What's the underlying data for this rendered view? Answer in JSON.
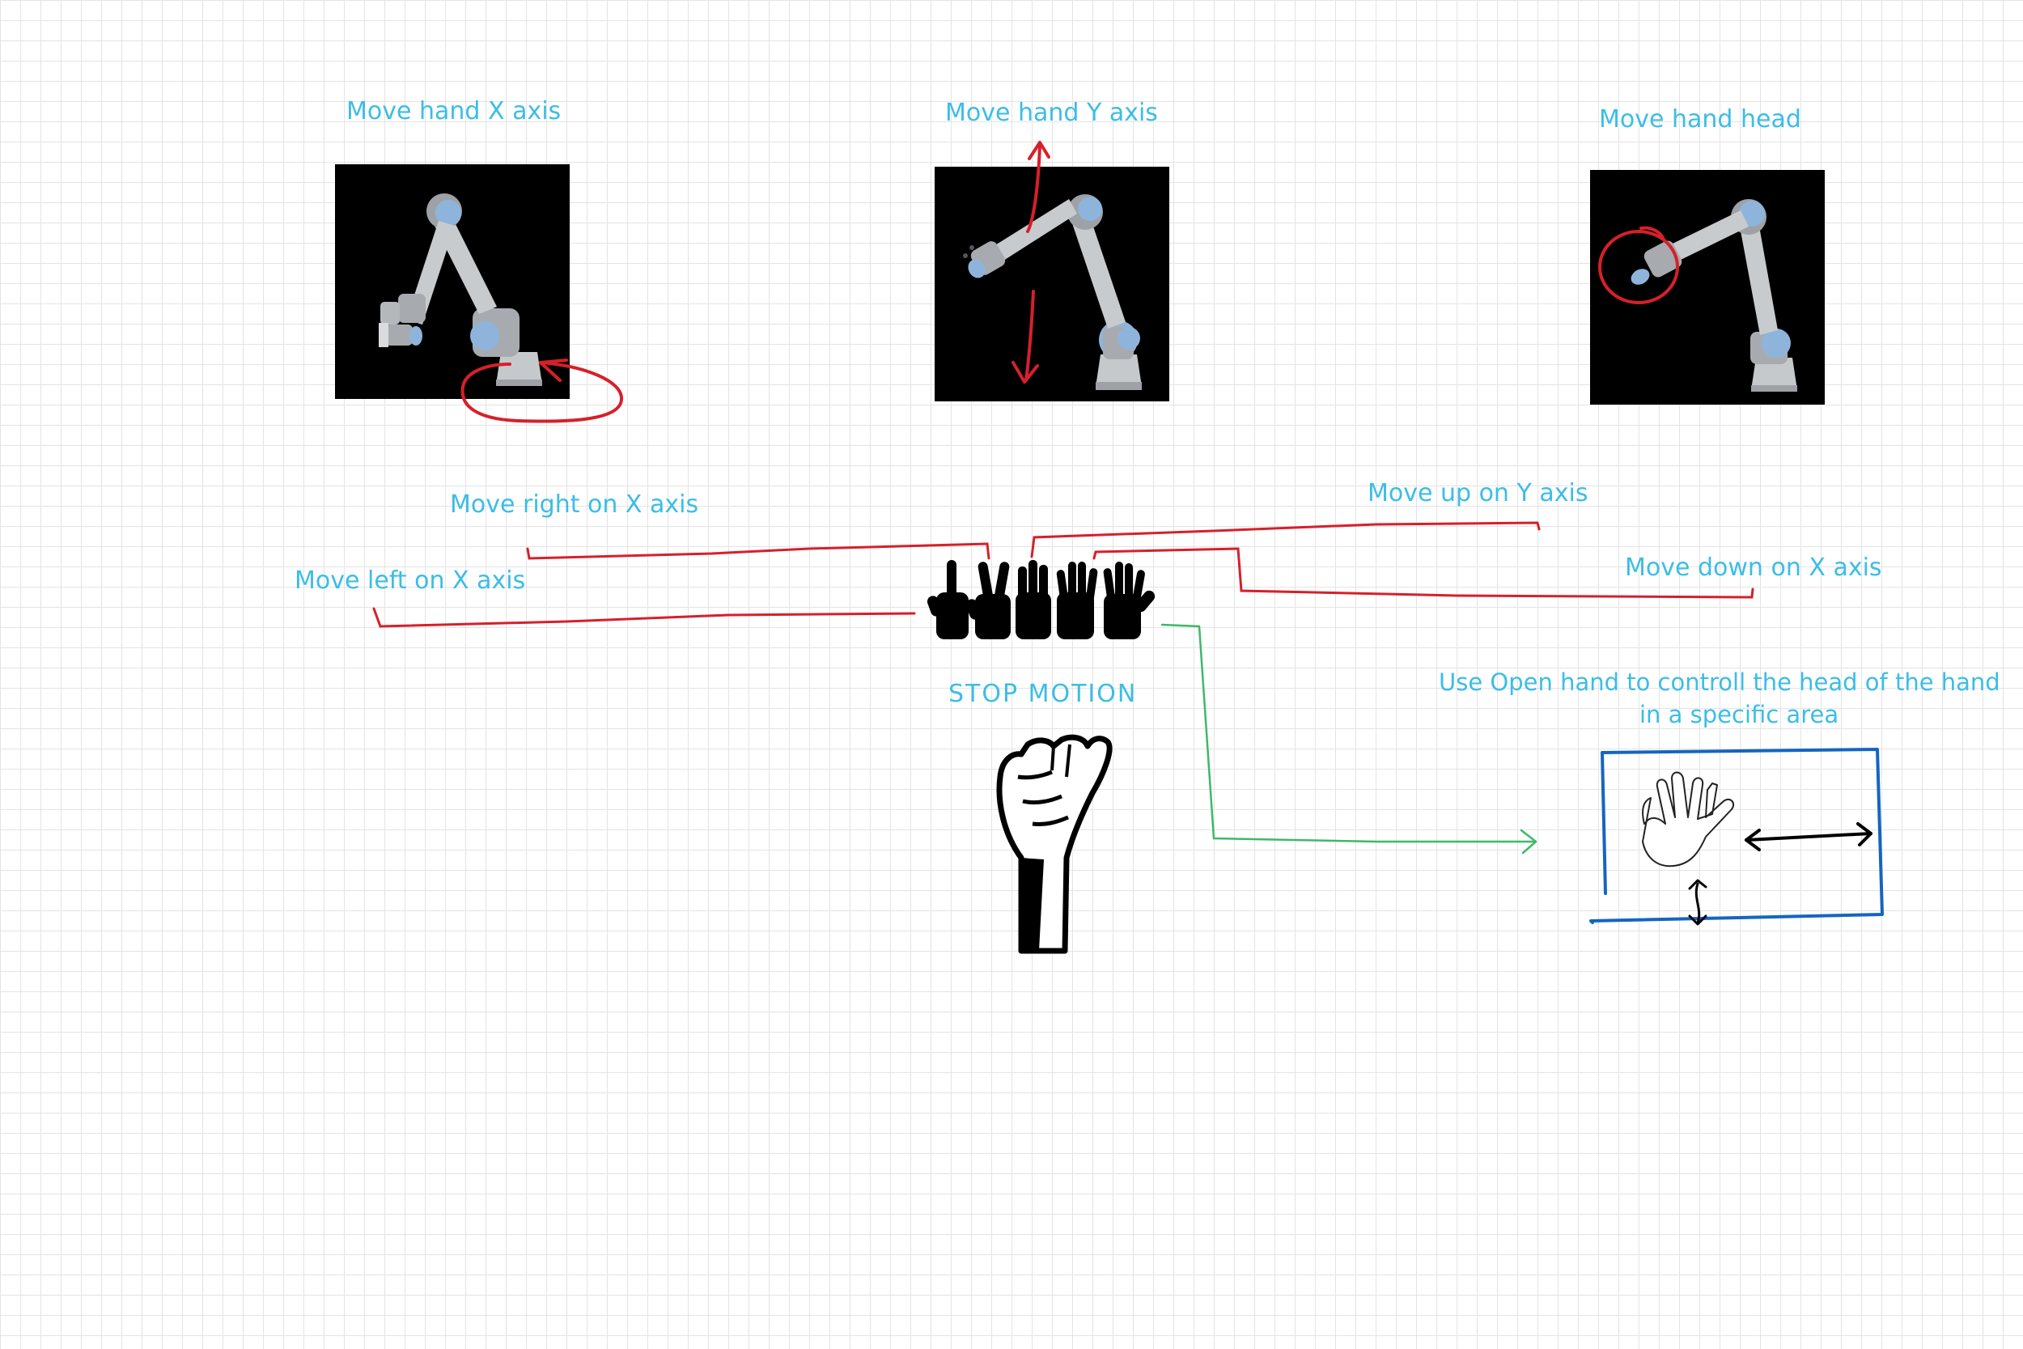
{
  "colors": {
    "label": "#3cbde6",
    "red": "#d6202a",
    "green": "#3fb86a",
    "blue": "#1565c0",
    "robot_link": "#b9bcbf",
    "robot_joint": "#8fb4dc",
    "background_grid": "#e4e4e4"
  },
  "icons": {
    "robot_arm": "robot-arm-icon",
    "gesture_hands": "hand-gesture-icon",
    "fist": "raised-fist-icon",
    "open_hand": "open-hand-icon"
  },
  "robot_panels": [
    {
      "title": "Move hand X axis"
    },
    {
      "title": "Move hand Y axis"
    },
    {
      "title": "Move hand head"
    }
  ],
  "gestures": {
    "move_right_x": "Move right on X axis",
    "move_left_x": "Move left on X axis",
    "move_up_y": "Move up on Y axis",
    "move_down_x": "Move down on X axis",
    "stop_motion": "STOP MOTION"
  },
  "open_hand_area": {
    "caption_line1": "Use Open hand to controll the head of the hand",
    "caption_line2": "in a specific area"
  }
}
